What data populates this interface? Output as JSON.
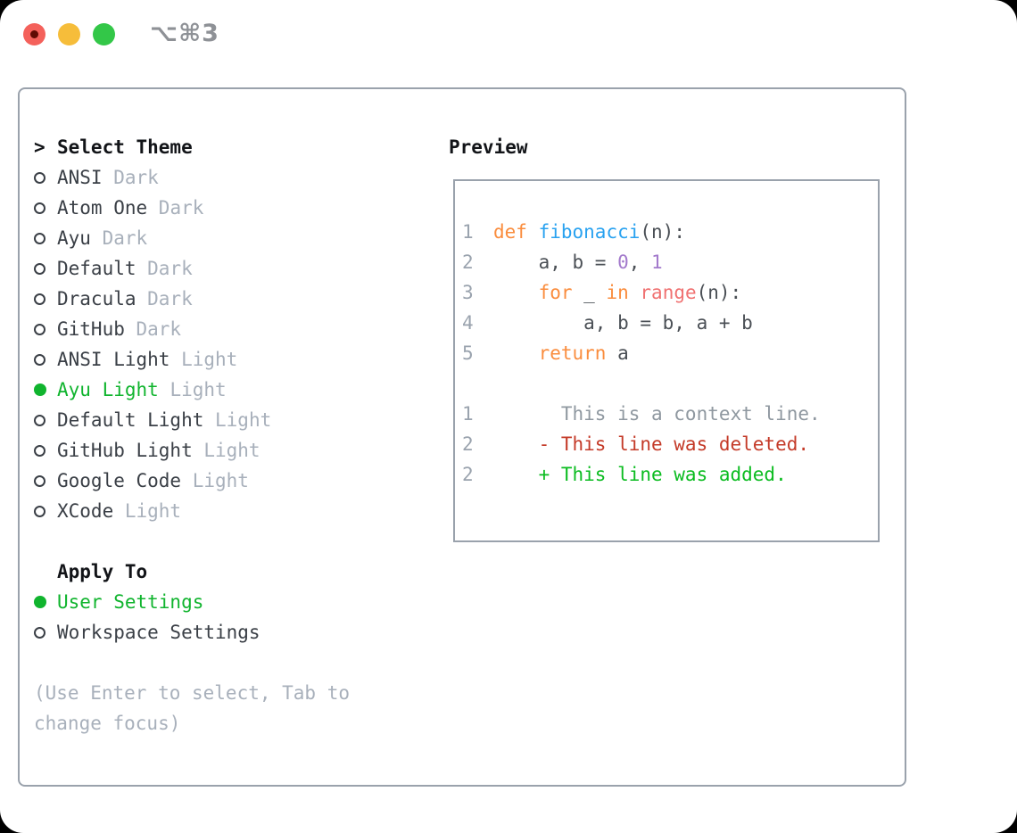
{
  "titlebar": {
    "shortcut": "⌥⌘3",
    "buttons": [
      "close",
      "minimize",
      "zoom"
    ]
  },
  "theme_selector": {
    "header": "Select Theme",
    "prompt_icon": ">",
    "items": [
      {
        "name": "ANSI",
        "variant": "Dark",
        "selected": false
      },
      {
        "name": "Atom One",
        "variant": "Dark",
        "selected": false
      },
      {
        "name": "Ayu",
        "variant": "Dark",
        "selected": false
      },
      {
        "name": "Default",
        "variant": "Dark",
        "selected": false
      },
      {
        "name": "Dracula",
        "variant": "Dark",
        "selected": false
      },
      {
        "name": "GitHub",
        "variant": "Dark",
        "selected": false
      },
      {
        "name": "ANSI Light",
        "variant": "Light",
        "selected": false
      },
      {
        "name": "Ayu Light",
        "variant": "Light",
        "selected": true
      },
      {
        "name": "Default Light",
        "variant": "Light",
        "selected": false
      },
      {
        "name": "GitHub Light",
        "variant": "Light",
        "selected": false
      },
      {
        "name": "Google Code",
        "variant": "Light",
        "selected": false
      },
      {
        "name": "XCode",
        "variant": "Light",
        "selected": false
      }
    ]
  },
  "apply_to": {
    "header": "Apply To",
    "options": [
      {
        "name": "User Settings",
        "selected": true
      },
      {
        "name": "Workspace Settings",
        "selected": false
      }
    ]
  },
  "hint": "(Use Enter to select, Tab to change focus)",
  "preview": {
    "header": "Preview",
    "code_lines": [
      {
        "num": "1",
        "tokens": [
          {
            "t": "def",
            "c": "keyword"
          },
          {
            "t": " ",
            "c": "text"
          },
          {
            "t": "fibonacci",
            "c": "function"
          },
          {
            "t": "(n):",
            "c": "text"
          }
        ]
      },
      {
        "num": "2",
        "tokens": [
          {
            "t": "    a, b = ",
            "c": "text"
          },
          {
            "t": "0",
            "c": "number"
          },
          {
            "t": ", ",
            "c": "text"
          },
          {
            "t": "1",
            "c": "number"
          }
        ]
      },
      {
        "num": "3",
        "tokens": [
          {
            "t": "    ",
            "c": "text"
          },
          {
            "t": "for",
            "c": "keyword"
          },
          {
            "t": " _ ",
            "c": "text"
          },
          {
            "t": "in",
            "c": "keyword"
          },
          {
            "t": " ",
            "c": "text"
          },
          {
            "t": "range",
            "c": "call"
          },
          {
            "t": "(n):",
            "c": "text"
          }
        ]
      },
      {
        "num": "4",
        "tokens": [
          {
            "t": "        a, b = b, a + b",
            "c": "text"
          }
        ]
      },
      {
        "num": "5",
        "tokens": [
          {
            "t": "    ",
            "c": "text"
          },
          {
            "t": "return",
            "c": "keyword"
          },
          {
            "t": " a",
            "c": "text"
          }
        ]
      }
    ],
    "diff_lines": [
      {
        "num": "1",
        "text": "      This is a context line.",
        "kind": "context"
      },
      {
        "num": "2",
        "text": "    - This line was deleted.",
        "kind": "deleted"
      },
      {
        "num": "2",
        "text": "    + This line was added.",
        "kind": "added"
      }
    ]
  },
  "colors": {
    "accent_green": "#10b42e",
    "added_green": "#0bbc20",
    "deleted_red": "#c43a28",
    "keyword_orange": "#fa8d3e",
    "function_blue": "#29a2f0",
    "number_purple": "#a37acc",
    "call_coral": "#f07171",
    "code_text": "#4a4f55",
    "line_number": "#9aa3ae",
    "context_gray": "#8f98a0",
    "item_text": "#3a3f46",
    "header_text": "#121418",
    "muted_gray": "#a8b0bb",
    "panel_border": "#9aa2ac",
    "titlebar_text": "#8e9196",
    "traffic_red": "#f4615b",
    "traffic_red_dot": "#600b04",
    "traffic_yellow": "#f6bd3a",
    "traffic_green": "#33c748"
  }
}
